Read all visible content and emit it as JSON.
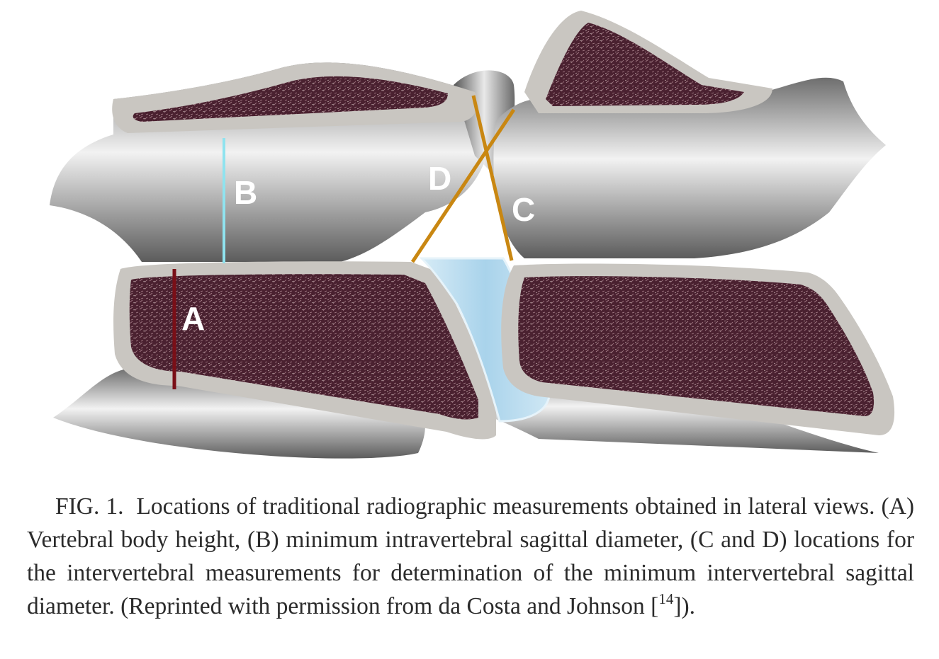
{
  "figure": {
    "labels": {
      "a": "A",
      "b": "B",
      "c": "C",
      "d": "D"
    },
    "colors": {
      "bone_surface": "#8d8d8d",
      "cortical_rim": "#c9c6c1",
      "cancellous_bone": "#4a2130",
      "disc": "#bfe0f0",
      "line_a": "#7a0f17",
      "line_b": "#8fe3ef",
      "line_c_d": "#c98712"
    }
  },
  "caption": {
    "fig_prefix": "F",
    "fig_prefix_small": "IG",
    "fig_number": ". 1.",
    "text_1": "Locations of traditional radiographic measurements obtained in lateral views. (A) Vertebral body height, (B) minimum intravertebral sagittal diameter, (C and D) locations for the intervertebral measurements for determination of the minimum intervertebral sagittal diameter. (Reprinted with permission from da Costa and Johnson [",
    "ref_sup": "14",
    "text_2": "])."
  }
}
